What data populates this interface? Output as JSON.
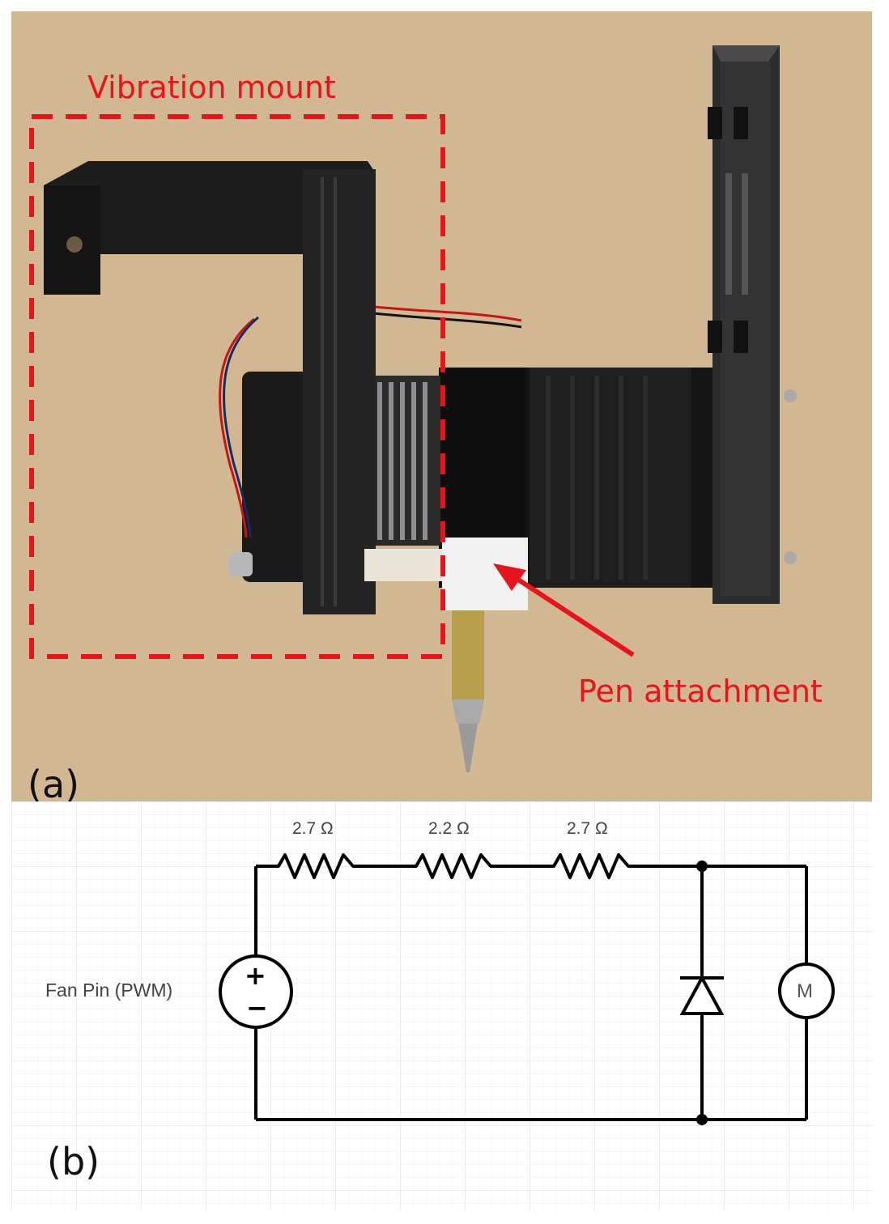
{
  "panel_a": {
    "panel_label": "(a)",
    "vibration_label": "Vibration mount",
    "pen_label": "Pen attachment"
  },
  "panel_b": {
    "panel_label": "(b)",
    "source_label": "Fan Pin (PWM)",
    "resistors": [
      "2.7 Ω",
      "2.2 Ω",
      "2.7 Ω"
    ],
    "motor_symbol": "M",
    "source_plus": "+",
    "source_minus": "−"
  },
  "colors": {
    "annotation_red": "#e8141c",
    "background_tan": "#d2b892",
    "wire_black": "#000000",
    "grid": "#e6e6e6"
  }
}
